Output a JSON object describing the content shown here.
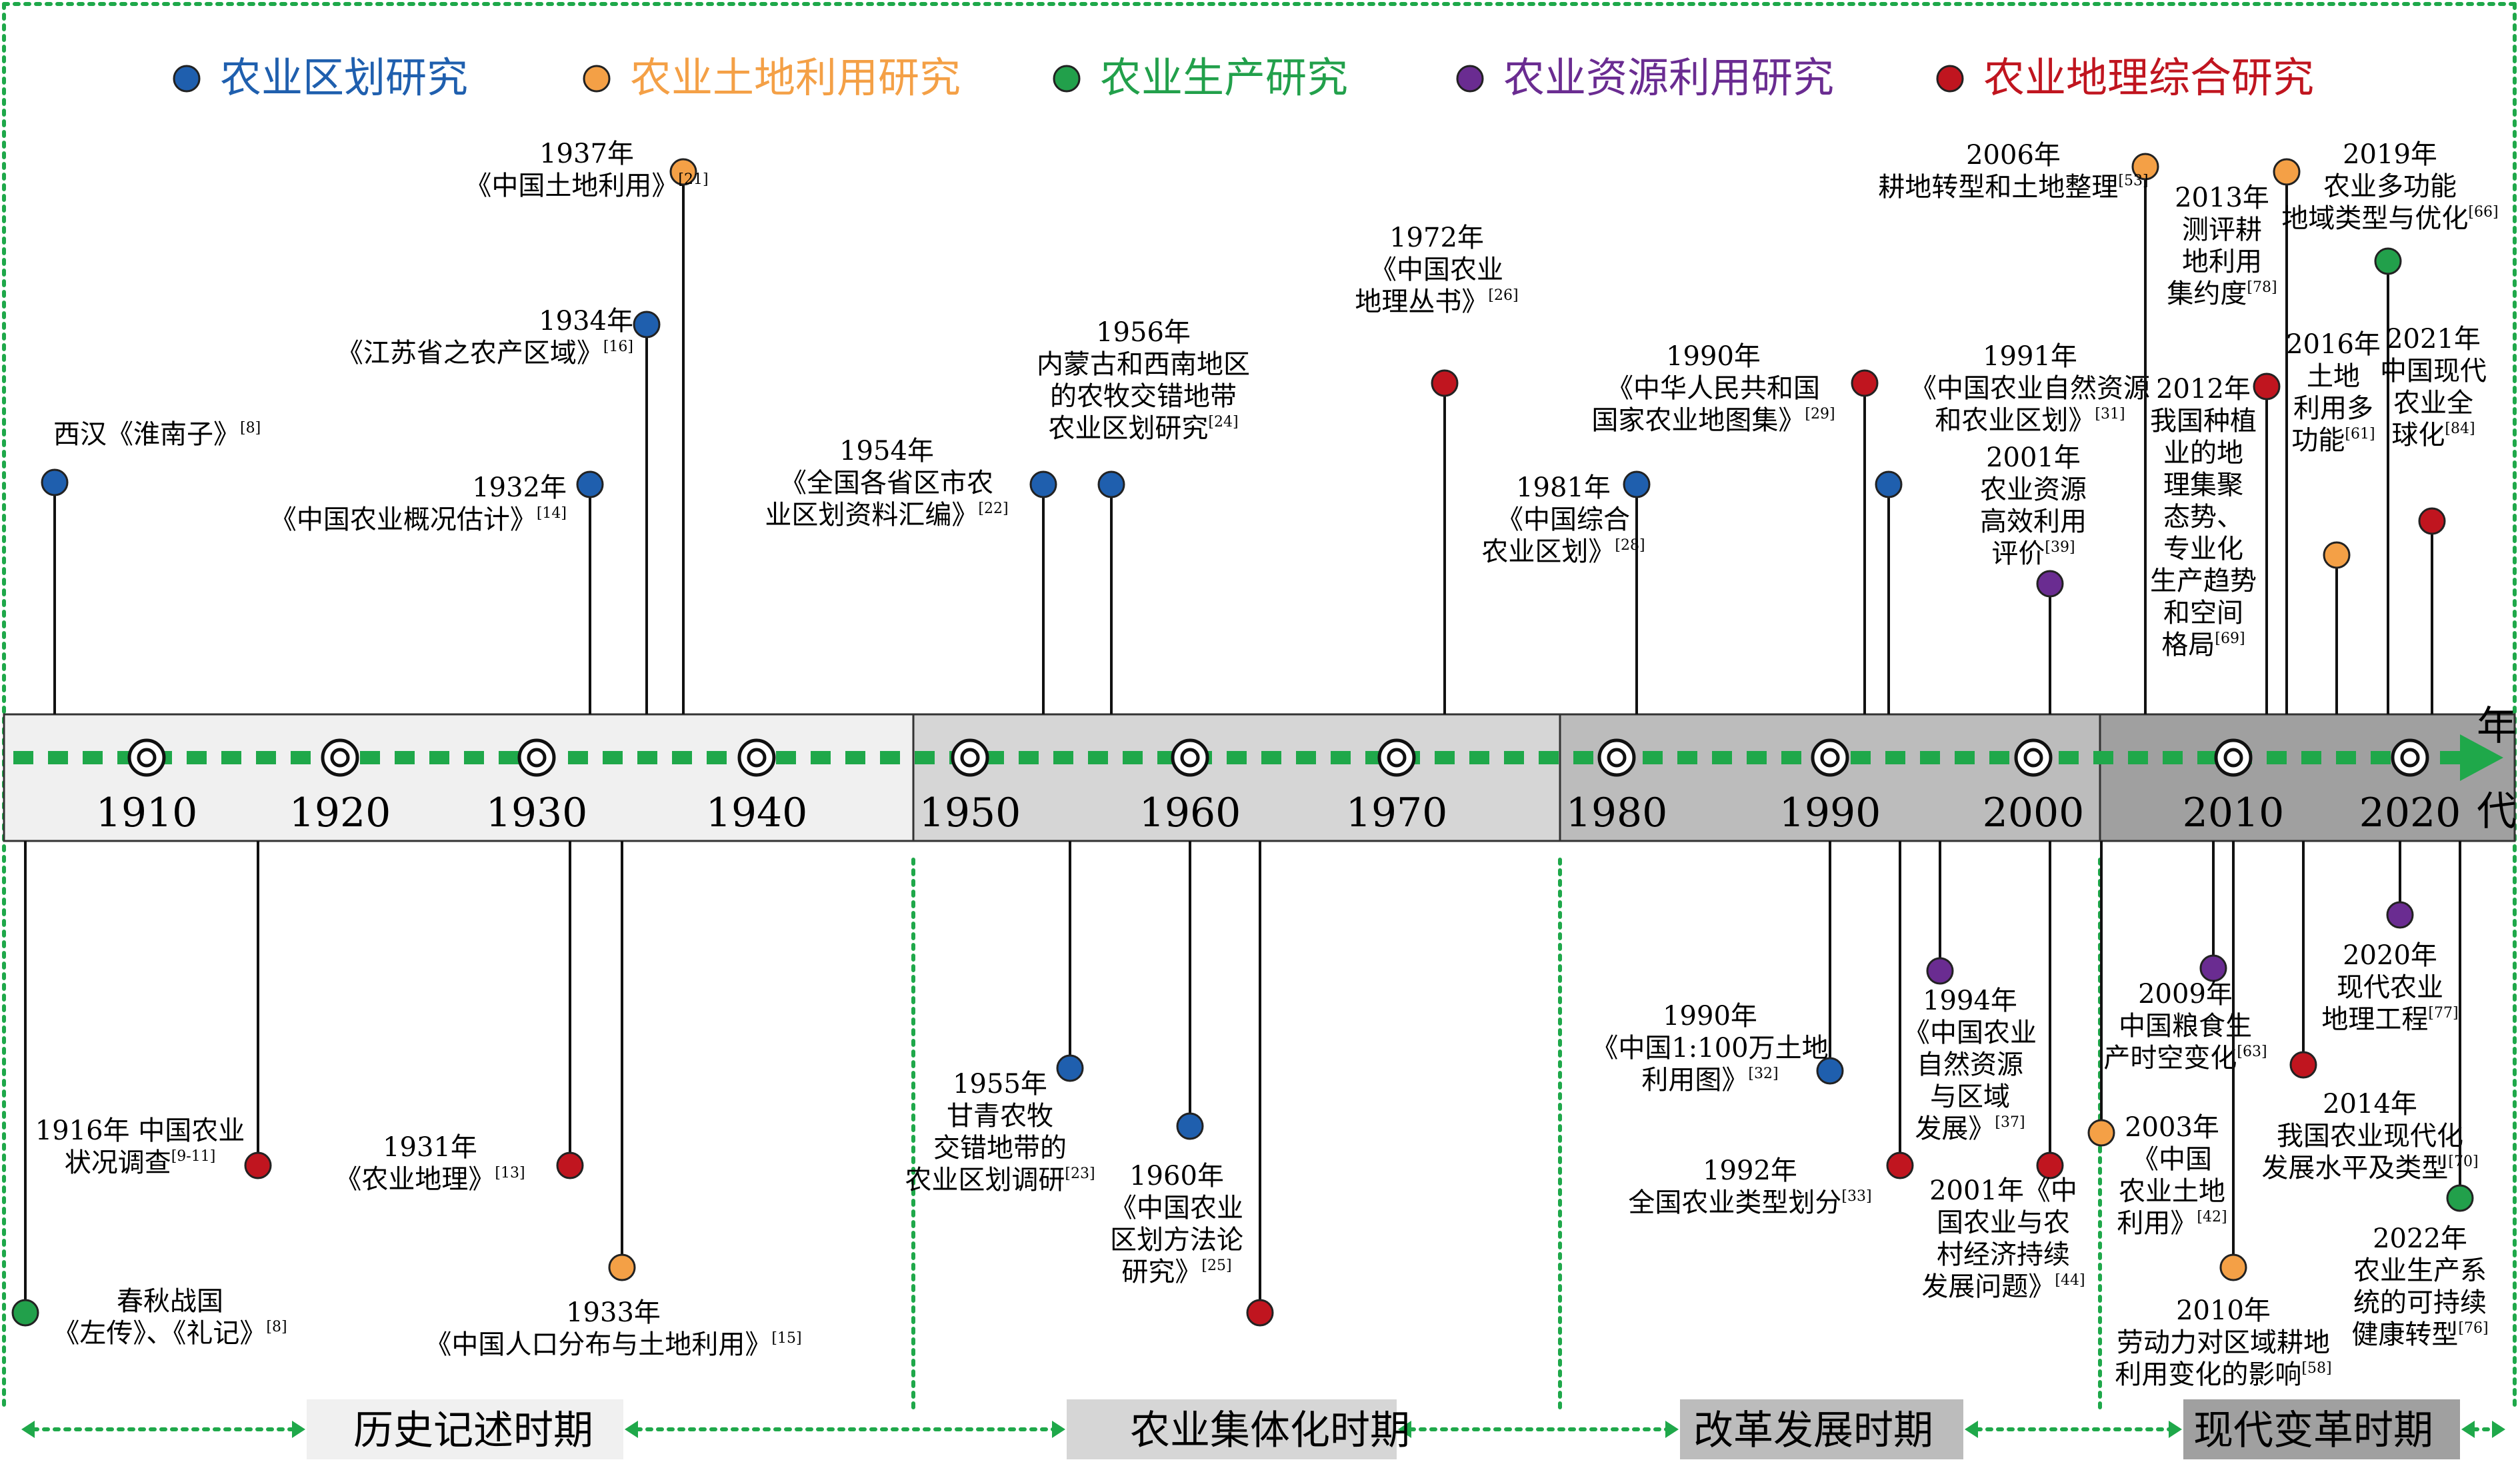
{
  "legend": [
    {
      "label": "农业区划研究",
      "color": "#1f5fae"
    },
    {
      "label": "农业土地利用研究",
      "color": "#f4a046"
    },
    {
      "label": "农业生产研究",
      "color": "#22a04b"
    },
    {
      "label": "农业资源利用研究",
      "color": "#6a2c91"
    },
    {
      "label": "农业地理综合研究",
      "color": "#c0151f"
    }
  ],
  "axis": {
    "ticks": [
      "1910",
      "1920",
      "1930",
      "1940",
      "1950",
      "1960",
      "1970",
      "1980",
      "1990",
      "2000",
      "2010",
      "2020"
    ],
    "unit_label": [
      "年",
      "代"
    ],
    "segment_colors": [
      "#f0f0f0",
      "#d6d6d6",
      "#bcbcbc",
      "#a0a0a0"
    ],
    "arrow_color": "#1fa84a"
  },
  "periods": [
    {
      "label": "历史记述时期"
    },
    {
      "label": "农业集体化时期"
    },
    {
      "label": "改革发展时期"
    },
    {
      "label": "现代变革时期"
    }
  ],
  "events": [
    {
      "category": 0,
      "lines": [
        {
          "t": "西汉《淮南子》",
          "s": "[8]"
        }
      ]
    },
    {
      "category": 0,
      "lines": [
        {
          "t": "1932年"
        },
        {
          "t": "《中国农业概况估计》",
          "s": "[14]"
        }
      ]
    },
    {
      "category": 0,
      "lines": [
        {
          "t": "1934年"
        },
        {
          "t": "《江苏省之农产区域》",
          "s": "[16]"
        }
      ]
    },
    {
      "category": 1,
      "lines": [
        {
          "t": "1937年"
        },
        {
          "t": "《中国土地利用》",
          "s": "[21]"
        }
      ]
    },
    {
      "category": 0,
      "lines": [
        {
          "t": "1954年"
        },
        {
          "t": "《全国各省区市农"
        },
        {
          "t": "业区划资料汇编》",
          "s": "[22]"
        }
      ]
    },
    {
      "category": 0,
      "lines": [
        {
          "t": "1956年"
        },
        {
          "t": "内蒙古和西南地区"
        },
        {
          "t": "的农牧交错地带"
        },
        {
          "t": "农业区划研究",
          "s": "[24]"
        }
      ]
    },
    {
      "category": 4,
      "lines": [
        {
          "t": "1972年"
        },
        {
          "t": "《中国农业"
        },
        {
          "t": "地理丛书》",
          "s": "[26]"
        }
      ]
    },
    {
      "category": 0,
      "lines": [
        {
          "t": "1981年"
        },
        {
          "t": "《中国综合"
        },
        {
          "t": "农业区划》",
          "s": "[28]"
        }
      ]
    },
    {
      "category": 4,
      "lines": [
        {
          "t": "1990年"
        },
        {
          "t": "《中华人民共和国"
        },
        {
          "t": "国家农业地图集》",
          "s": "[29]"
        }
      ]
    },
    {
      "category": 0,
      "lines": [
        {
          "t": "1991年"
        },
        {
          "t": "《中国农业自然资源"
        },
        {
          "t": "和农业区划》",
          "s": "[31]"
        }
      ]
    },
    {
      "category": 3,
      "lines": [
        {
          "t": "2001年"
        },
        {
          "t": "农业资源"
        },
        {
          "t": "高效利用"
        },
        {
          "t": "评价",
          "s": "[39]"
        }
      ]
    },
    {
      "category": 1,
      "lines": [
        {
          "t": "2006年"
        },
        {
          "t": "耕地转型和土地整理",
          "s": "[53]"
        }
      ]
    },
    {
      "category": 4,
      "lines": [
        {
          "t": "2012年"
        },
        {
          "t": "我国种植"
        },
        {
          "t": "业的地"
        },
        {
          "t": "理集聚"
        },
        {
          "t": "态势、"
        },
        {
          "t": "专业化"
        },
        {
          "t": "生产趋势"
        },
        {
          "t": "和空间"
        },
        {
          "t": "格局",
          "s": "[69]"
        }
      ]
    },
    {
      "category": 1,
      "lines": [
        {
          "t": "2013年"
        },
        {
          "t": "测评耕"
        },
        {
          "t": "地利用"
        },
        {
          "t": "集约度",
          "s": "[78]"
        }
      ]
    },
    {
      "category": 1,
      "lines": [
        {
          "t": "2016年"
        },
        {
          "t": "土地"
        },
        {
          "t": "利用多"
        },
        {
          "t": "功能",
          "s": "[61]"
        }
      ]
    },
    {
      "category": 2,
      "lines": [
        {
          "t": "2019年"
        },
        {
          "t": "农业多功能"
        },
        {
          "t": "地域类型与优化",
          "s": "[66]"
        }
      ]
    },
    {
      "category": 4,
      "lines": [
        {
          "t": "2021年"
        },
        {
          "t": "中国现代"
        },
        {
          "t": "农业全"
        },
        {
          "t": "球化",
          "s": "[84]"
        }
      ]
    },
    {
      "category": 2,
      "lines": [
        {
          "t": "春秋战国"
        },
        {
          "t": "《左传》、《礼记》",
          "s": "[8]"
        }
      ]
    },
    {
      "category": 4,
      "lines": [
        {
          "t": "1916年 中国农业"
        },
        {
          "t": "状况调查",
          "s": "[9-11]"
        }
      ]
    },
    {
      "category": 4,
      "lines": [
        {
          "t": "1931年"
        },
        {
          "t": "《农业地理》",
          "s": "[13]"
        }
      ]
    },
    {
      "category": 1,
      "lines": [
        {
          "t": "1933年"
        },
        {
          "t": "《中国人口分布与土地利用》",
          "s": "[15]"
        }
      ]
    },
    {
      "category": 0,
      "lines": [
        {
          "t": "1955年"
        },
        {
          "t": "甘青农牧"
        },
        {
          "t": "交错地带的"
        },
        {
          "t": "农业区划调研",
          "s": "[23]"
        }
      ]
    },
    {
      "category": 0,
      "lines": [
        {
          "t": "1960年"
        },
        {
          "t": "《中国农业"
        },
        {
          "t": "区划方法论"
        },
        {
          "t": "研究》",
          "s": "[25]"
        }
      ]
    },
    {
      "category": 4,
      "lines": []
    },
    {
      "category": 0,
      "lines": [
        {
          "t": "1990年"
        },
        {
          "t": "《中国1:100万土地"
        },
        {
          "t": "利用图》",
          "s": "[32]"
        }
      ]
    },
    {
      "category": 4,
      "lines": [
        {
          "t": "1992年"
        },
        {
          "t": "全国农业类型划分",
          "s": "[33]"
        }
      ]
    },
    {
      "category": 3,
      "lines": [
        {
          "t": "1994年"
        },
        {
          "t": "《中国农业"
        },
        {
          "t": "自然资源"
        },
        {
          "t": "与区域"
        },
        {
          "t": "发展》",
          "s": "[37]"
        }
      ]
    },
    {
      "category": 4,
      "lines": [
        {
          "t": "2001年《中"
        },
        {
          "t": "国农业与农"
        },
        {
          "t": "村经济持续"
        },
        {
          "t": "发展问题》",
          "s": "[44]"
        }
      ]
    },
    {
      "category": 1,
      "lines": [
        {
          "t": "2003年"
        },
        {
          "t": "《中国"
        },
        {
          "t": "农业土地"
        },
        {
          "t": "利用》",
          "s": "[42]"
        }
      ]
    },
    {
      "category": 3,
      "lines": [
        {
          "t": "2009年"
        },
        {
          "t": "中国粮食生"
        },
        {
          "t": "产时空变化",
          "s": "[63]"
        }
      ]
    },
    {
      "category": 1,
      "lines": [
        {
          "t": "2010年"
        },
        {
          "t": "劳动力对区域耕地"
        },
        {
          "t": "利用变化的影响",
          "s": "[58]"
        }
      ]
    },
    {
      "category": 4,
      "lines": [
        {
          "t": "2014年"
        },
        {
          "t": "我国农业现代化"
        },
        {
          "t": "发展水平及类型",
          "s": "[70]"
        }
      ]
    },
    {
      "category": 3,
      "lines": [
        {
          "t": "2020年"
        },
        {
          "t": "现代农业"
        },
        {
          "t": "地理工程",
          "s": "[77]"
        }
      ]
    },
    {
      "category": 2,
      "lines": [
        {
          "t": "2022年"
        },
        {
          "t": "农业生产系"
        },
        {
          "t": "统的可持续"
        },
        {
          "t": "健康转型",
          "s": "[76]"
        }
      ]
    }
  ]
}
